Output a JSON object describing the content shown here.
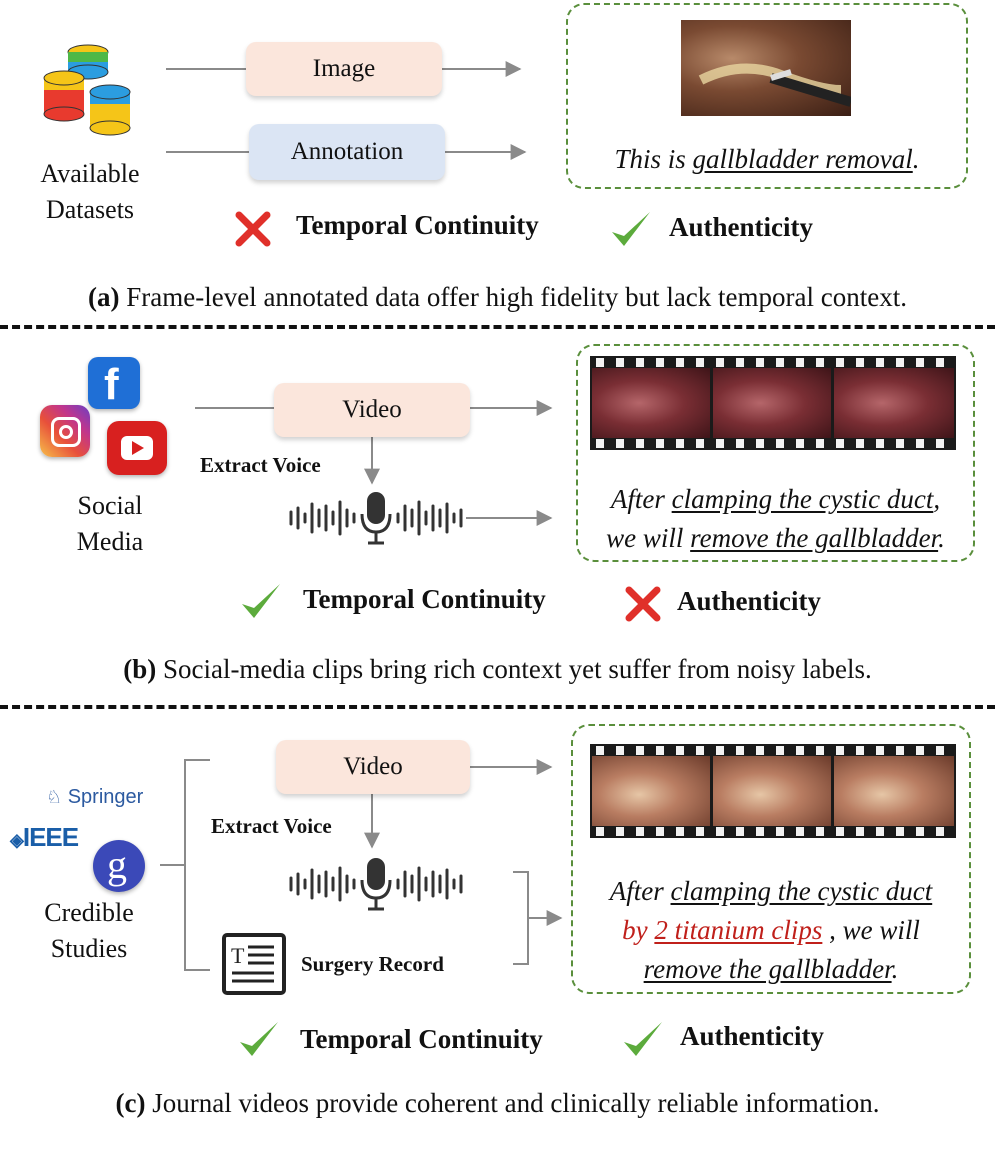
{
  "panel_a": {
    "source_label_line1": "Available",
    "source_label_line2": "Datasets",
    "box_image": "Image",
    "box_annotation": "Annotation",
    "quote_prefix": "This is ",
    "quote_underlined": "gallbladder removal",
    "quote_suffix": ".",
    "criterion1": "Temporal Continuity",
    "criterion1_status": "cross",
    "criterion2": "Authenticity",
    "criterion2_status": "check",
    "caption_prefix": "(a)",
    "caption": " Frame-level annotated data offer high fidelity but lack temporal context."
  },
  "panel_b": {
    "source_label_line1": "Social",
    "source_label_line2": "Media",
    "box_video": "Video",
    "extract_voice": "Extract Voice",
    "quote_l1_prefix": "After ",
    "quote_l1_underlined": "clamping the cystic duct",
    "quote_l1_suffix": ",",
    "quote_l2_prefix": "we will ",
    "quote_l2_underlined": "remove the gallbladder",
    "quote_l2_suffix": ".",
    "criterion1": "Temporal Continuity",
    "criterion1_status": "check",
    "criterion2": "Authenticity",
    "criterion2_status": "cross",
    "caption_prefix": "(b)",
    "caption": " Social-media clips bring rich context yet suffer from noisy labels."
  },
  "panel_c": {
    "springer": "Springer",
    "ieee": "IEEE",
    "source_label_line1": "Credible",
    "source_label_line2": "Studies",
    "box_video": "Video",
    "extract_voice": "Extract Voice",
    "surgery_record": "Surgery Record",
    "quote_l1_prefix": "After ",
    "quote_l1_underlined": "clamping the cystic duct",
    "quote_l2_red_prefix": "by ",
    "quote_l2_red_underlined": "2 titanium clips",
    "quote_l2_suffix": " , we will",
    "quote_l3_underlined": "remove the gallbladder",
    "quote_l3_suffix": ".",
    "criterion1": "Temporal Continuity",
    "criterion1_status": "check",
    "criterion2": "Authenticity",
    "criterion2_status": "check",
    "caption_prefix": "(c)",
    "caption": " Journal videos provide coherent and clinically reliable information."
  },
  "colors": {
    "check": "#5cab3c",
    "cross": "#e0302a",
    "dashed_panel": "#5a8f3c",
    "peach_box": "#fbe6dc",
    "blue_box": "#dbe5f4",
    "red_text": "#c0201b"
  }
}
